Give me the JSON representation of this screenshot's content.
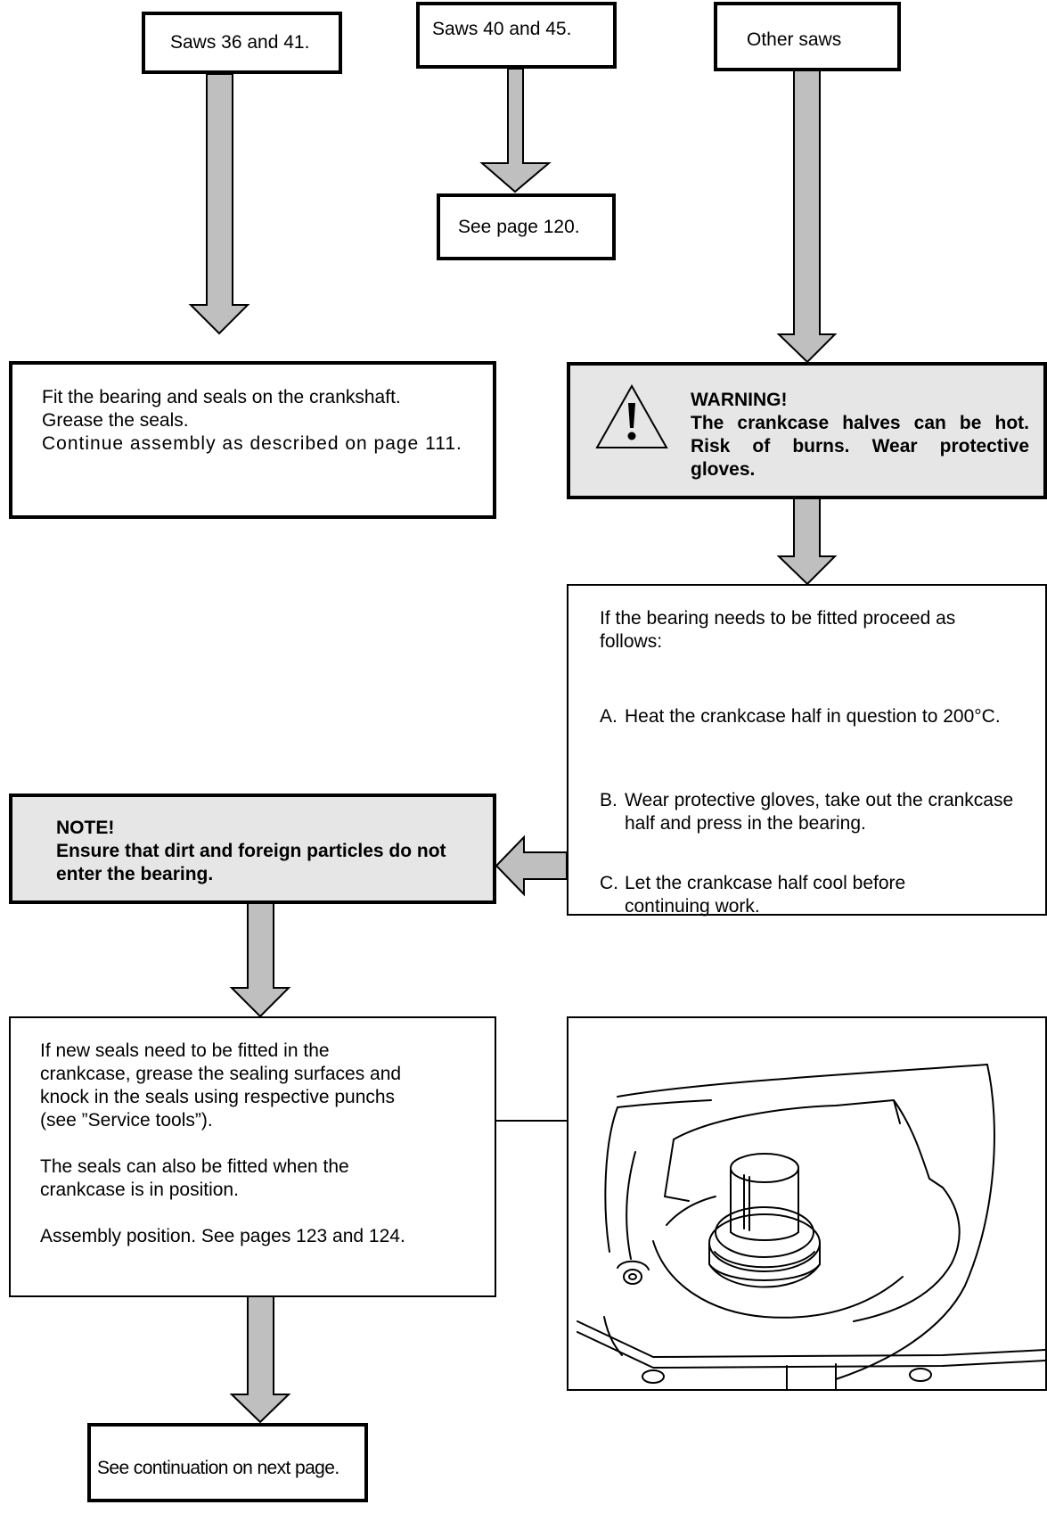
{
  "colors": {
    "arrow_fill": "#bfbfbf",
    "callout_bg": "#e6e6e6",
    "line": "#000000"
  },
  "boxes": {
    "saws_36_41": "Saws 36 and 41.",
    "saws_40_45": "Saws 40 and 45.",
    "other_saws": "Other saws",
    "see_page_120": "See page 120.",
    "fit_bearing": {
      "line1": "Fit the bearing and seals on the crankshaft.",
      "line2": "Grease the seals.",
      "line3": "Continue assembly as described on page 111."
    },
    "warning": {
      "icon": "warning-triangle-icon",
      "title": "WARNING!",
      "text": "The crankcase halves can be hot. Risk of burns. Wear protective gloves."
    },
    "bearing_steps": {
      "intro": "If the bearing needs to be fitted proceed as follows:",
      "steps": [
        {
          "letter": "A.",
          "text": "Heat the crankcase half in question to 200°C."
        },
        {
          "letter": "B.",
          "text": "Wear protective gloves, take out the crankcase half and press in the bearing."
        },
        {
          "letter": "C.",
          "text": "Let the crankcase half cool before continuing work."
        }
      ]
    },
    "note": {
      "title": "NOTE!",
      "text": "Ensure that dirt and foreign particles do not enter the bearing."
    },
    "seals": {
      "p1": "If new seals need to be fitted in the crankcase, grease the sealing surfaces and knock in the seals using respective punchs (see ”Service tools”).",
      "p2": "The seals can also be fitted when the crankcase is in position.",
      "p3": "Assembly position. See pages 123 and 124."
    },
    "continuation": "See continuation on next page."
  }
}
